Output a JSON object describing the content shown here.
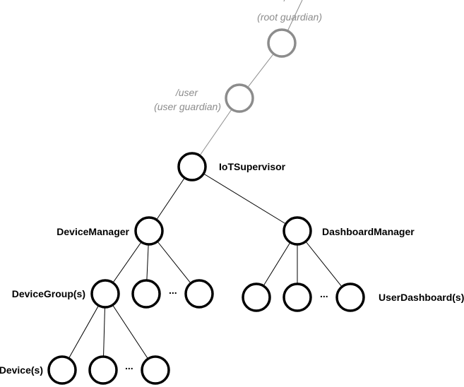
{
  "colors": {
    "system": "#8c8c8c",
    "app": "#000000"
  },
  "labels": {
    "root_path": "/",
    "root_name": "(root guardian)",
    "user_path": "/user",
    "user_name": "(user guardian)",
    "iot_supervisor": "IoTSupervisor",
    "device_manager": "DeviceManager",
    "dashboard_manager": "DashboardManager",
    "device_groups": "DeviceGroup(s)",
    "user_dashboards": "UserDashboard(s)",
    "devices": "Device(s)",
    "ellipsis": "..."
  }
}
